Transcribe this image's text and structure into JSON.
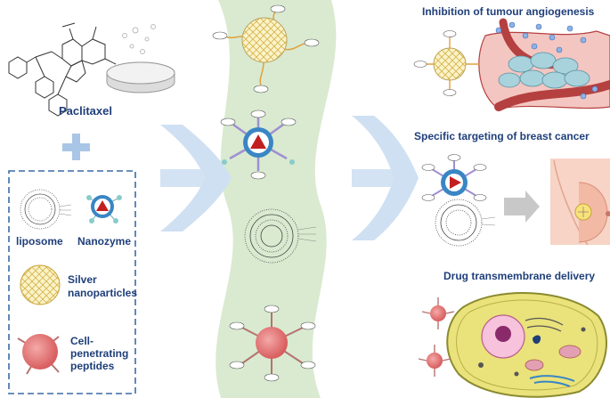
{
  "left_panel": {
    "drug_label": "Paclitaxel",
    "legend": {
      "liposome": "liposome",
      "nanozyme": "Nanozyme",
      "silver": "Silver\nnanoparticles",
      "cpp": "Cell-\npenetrating\npeptides"
    }
  },
  "right_panel": {
    "outcomes": [
      {
        "title": "Inhibition of tumour angiogenesis"
      },
      {
        "title": "Specific targeting of breast cancer"
      },
      {
        "title": "Drug transmembrane delivery"
      }
    ]
  },
  "colors": {
    "title_blue": "#1f3f7a",
    "band_green": "#d9ead0",
    "arrow_blue": "#cfe0f2",
    "nanozyme_ring": "#3a86c4",
    "nanozyme_core": "#c22020",
    "cpp_core": "#e8797a",
    "vessel_red": "#b54040",
    "cell_yellow": "#eae27a"
  },
  "icons": [
    "plus-icon",
    "chevron-arrow-icon",
    "paclitaxel-structure-icon",
    "tablet-icon",
    "liposome-icon",
    "nanozyme-icon",
    "silver-nanoparticle-icon",
    "cpp-icon",
    "breast-icon"
  ]
}
